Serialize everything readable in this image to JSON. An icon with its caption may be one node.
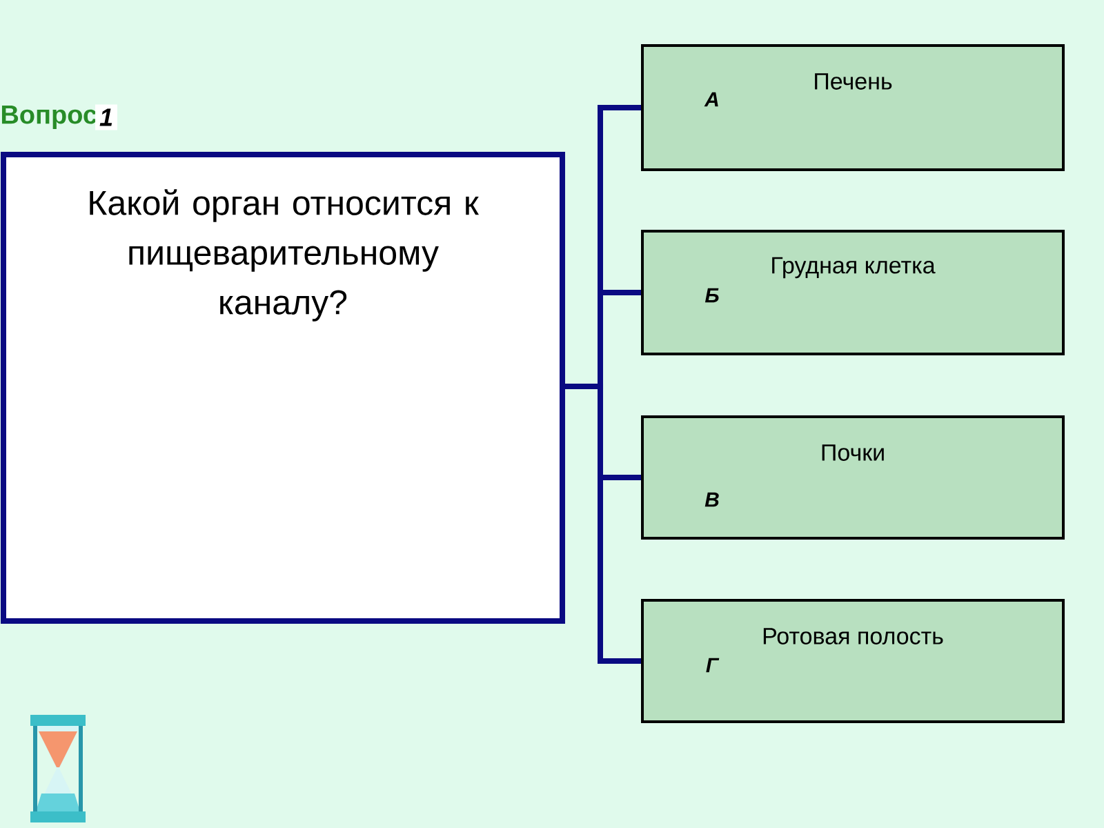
{
  "diagram": {
    "title": "Вопрос",
    "nodes": [
      {
        "text": [
          "Какой орган относится к пищеварительному каналу?"
        ]
      },
      {
        "text": [
          "Печень",
          "А"
        ]
      },
      {
        "text": [
          "Грудная клетка",
          "Б"
        ]
      },
      {
        "text": [
          "Почки",
          "В"
        ]
      },
      {
        "text": [
          "Ротовая полость",
          "Г"
        ]
      }
    ],
    "edges": [
      {
        "from": 0,
        "to": 1,
        "arrow": "none"
      },
      {
        "from": 0,
        "to": 2,
        "arrow": "none"
      },
      {
        "from": 0,
        "to": 3,
        "arrow": "none"
      },
      {
        "from": 0,
        "to": 4,
        "arrow": "none"
      }
    ],
    "labels": [
      "1"
    ]
  }
}
